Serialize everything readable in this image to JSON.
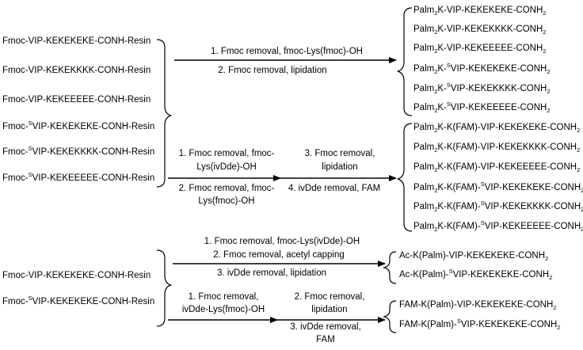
{
  "resins_top": [
    [
      "Fmoc-VIP-KEKEKEKE-CONH-Resin"
    ],
    [
      "Fmoc-VIP-KEKEKKKK-CONH-Resin"
    ],
    [
      "Fmoc-VIP-KEKEEEEE-CONH-Resin"
    ],
    [
      "Fmoc-",
      {
        "sup": "S"
      },
      "VIP-KEKEKEKE-CONH-Resin"
    ],
    [
      "Fmoc-",
      {
        "sup": "S"
      },
      "VIP-KEKEKKKK-CONH-Resin"
    ],
    [
      "Fmoc-",
      {
        "sup": "S"
      },
      "VIP-KEKEEEEE-CONH-Resin"
    ]
  ],
  "resins_bottom": [
    [
      "Fmoc-VIP-KEKEKEKE-CONH-Resin"
    ],
    [
      "Fmoc-",
      {
        "sup": "S"
      },
      "VIP-KEKEKEKE-CONH-Resin"
    ]
  ],
  "route1": {
    "above": [
      "1. Fmoc removal, fmoc-Lys(fmoc)-OH"
    ],
    "below": [
      "2. Fmoc removal, lipidation"
    ]
  },
  "route2": {
    "step1_above": [
      "1. Fmoc removal, fmoc-",
      "Lys(ivDde)-OH"
    ],
    "step1_below": [
      "2. Fmoc removal, fmoc-",
      "Lys(fmoc)-OH"
    ],
    "step2_above": [
      "3. Fmoc removal,",
      "lipidation"
    ],
    "step2_below": [
      "4. ivDde removal, FAM"
    ]
  },
  "route3": {
    "above": [
      "1. Fmoc removal, fmoc-Lys(ivDde)-OH",
      "2. Fmoc removal, acetyl capping"
    ],
    "below": [
      "3. ivDde removal, lipidation"
    ]
  },
  "route4": {
    "step1_above": [
      "1. Fmoc removal,",
      "ivDde-Lys(fmoc)-OH"
    ],
    "step2_above": [
      "2. Fmoc removal,",
      "lipidation"
    ],
    "step2_below": [
      "3. ivDde removal,",
      "FAM"
    ]
  },
  "products_group1": [
    [
      "Palm",
      {
        "sub": "2"
      },
      "K-VIP-KEKEKEKE-CONH",
      {
        "sub": "2"
      }
    ],
    [
      "Palm",
      {
        "sub": "2"
      },
      "K-VIP-KEKEKKKK-CONH",
      {
        "sub": "2"
      }
    ],
    [
      "Palm",
      {
        "sub": "2"
      },
      "K-VIP-KEKEEEEE-CONH",
      {
        "sub": "2"
      }
    ],
    [
      "Palm",
      {
        "sub": "2"
      },
      "K-",
      {
        "sup": "S"
      },
      "VIP-KEKEKEKE-CONH",
      {
        "sub": "2"
      }
    ],
    [
      "Palm",
      {
        "sub": "2"
      },
      "K-",
      {
        "sup": "S"
      },
      "VIP-KEKEKKKK-CONH",
      {
        "sub": "2"
      }
    ],
    [
      "Palm",
      {
        "sub": "2"
      },
      "K-",
      {
        "sup": "S"
      },
      "VIP-KEKEEEEE-CONH",
      {
        "sub": "2"
      }
    ]
  ],
  "products_group2": [
    [
      "Palm",
      {
        "sub": "2"
      },
      "K-K(FAM)-VIP-KEKEKEKE-CONH",
      {
        "sub": "2"
      }
    ],
    [
      "Palm",
      {
        "sub": "2"
      },
      "K-K(FAM)-VIP-KEKEKKKK-CONH",
      {
        "sub": "2"
      }
    ],
    [
      "Palm",
      {
        "sub": "2"
      },
      "K-K(FAM)-VIP-KEKEEEEE-CONH",
      {
        "sub": "2"
      }
    ],
    [
      "Palm",
      {
        "sub": "2"
      },
      "K-K(FAM)-",
      {
        "sup": "S"
      },
      "VIP-KEKEKEKE-CONH",
      {
        "sub": "2"
      }
    ],
    [
      "Palm",
      {
        "sub": "2"
      },
      "K-K(FAM)-",
      {
        "sup": "S"
      },
      "VIP-KEKEKKKK-CONH",
      {
        "sub": "2"
      }
    ],
    [
      "Palm",
      {
        "sub": "2"
      },
      "K-K(FAM)-",
      {
        "sup": "S"
      },
      "VIP-KEKEEEEE-CONH",
      {
        "sub": "2"
      }
    ]
  ],
  "products_group3": [
    [
      "Ac-K(Palm)-VIP-KEKEKEKE-CONH",
      {
        "sub": "2"
      }
    ],
    [
      "Ac-K(Palm)-",
      {
        "sup": "S"
      },
      "VIP-KEKEKEKE-CONH",
      {
        "sub": "2"
      }
    ]
  ],
  "products_group4": [
    [
      "FAM-K(Palm)-VIP-KEKEKEKE-CONH",
      {
        "sub": "2"
      }
    ],
    [
      "FAM-K(Palm)-",
      {
        "sup": "S"
      },
      "VIP-KEKEKEKE-CONH",
      {
        "sub": "2"
      }
    ]
  ]
}
